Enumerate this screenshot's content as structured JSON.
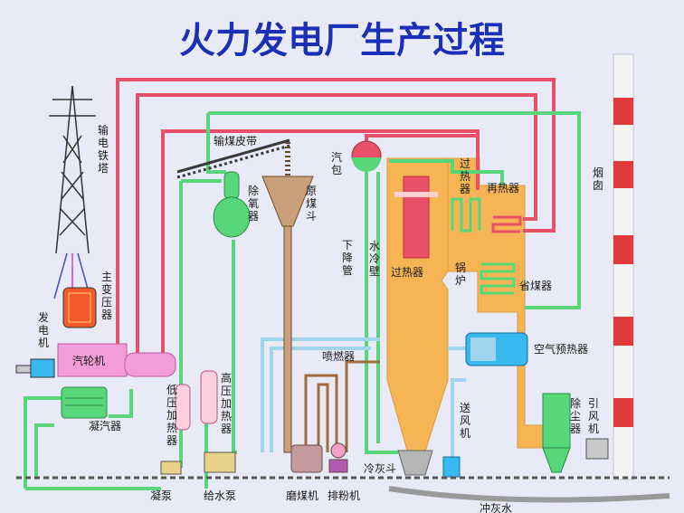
{
  "title": "火力发电厂生产过程",
  "labels": {
    "transmission_tower": "输电铁塔",
    "main_transformer": "主变压器",
    "generator": "发电机",
    "turbine": "汽轮机",
    "condenser": "凝汽器",
    "lp_heater": "低压加热器",
    "hp_heater": "高压加热器",
    "deaerator": "除氧器",
    "coal_belt": "输煤皮带",
    "raw_coal_hopper": "原煤斗",
    "drum": "汽包",
    "downcomer": "下降管",
    "waterwall": "水冷壁",
    "superheater": "过热器",
    "superheater_top": "过热器",
    "reheater": "再热器",
    "boiler": "锅炉",
    "economizer": "省煤器",
    "air_preheater": "空气预热器",
    "burner": "喷燃器",
    "forced_draft_fan": "送风机",
    "dust_collector": "除尘器",
    "induced_draft_fan": "引风机",
    "chimney": "烟囱",
    "ash_hopper": "冷灰斗",
    "pump_cut": "凝泵",
    "feed_pump": "给水泵",
    "coal_mill": "磨煤机",
    "exhauster": "排粉机",
    "slag_cut": "冲灰水"
  },
  "colors": {
    "background": "#e9eaf7",
    "title": "#1c2fb8",
    "steam_pipe": "#e8506a",
    "water_pipe": "#58d67a",
    "air_pipe": "#9fd4ef",
    "boiler": "#f7b455",
    "turbine": "#f39cd8",
    "chimney_red": "#e23a3a",
    "fan_blue": "#37b9ef"
  }
}
